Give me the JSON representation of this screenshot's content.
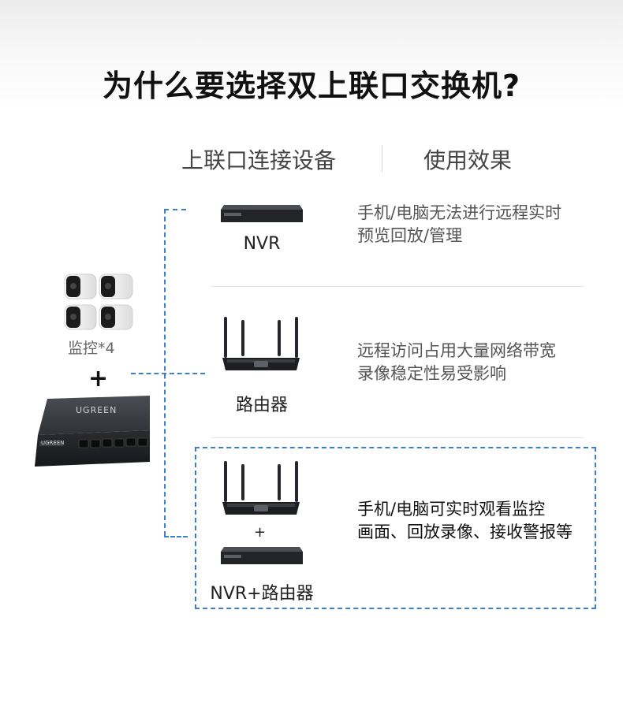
{
  "title": "为什么要选择双上联口交换机?",
  "columns": {
    "left": "上联口连接设备",
    "right": "使用效果"
  },
  "left_panel": {
    "camera_label": "监控*4",
    "plus": "+",
    "switch_brand": "UGREEN",
    "switch_brand_small": "UGREEN"
  },
  "rows": [
    {
      "device": "NVR",
      "desc": [
        "手机/电脑无法进行远程实时",
        "预览回放/管理"
      ]
    },
    {
      "device": "路由器",
      "desc": [
        "远程访问占用大量网络带宽",
        "录像稳定性易受影响"
      ]
    },
    {
      "device": "NVR+路由器",
      "plus": "+",
      "desc": [
        "手机/电脑可实时观看监控",
        "画面、回放录像、接收警报等"
      ]
    }
  ],
  "colors": {
    "accent": "#3b7fd1",
    "device_dark": "#2b2d30"
  }
}
